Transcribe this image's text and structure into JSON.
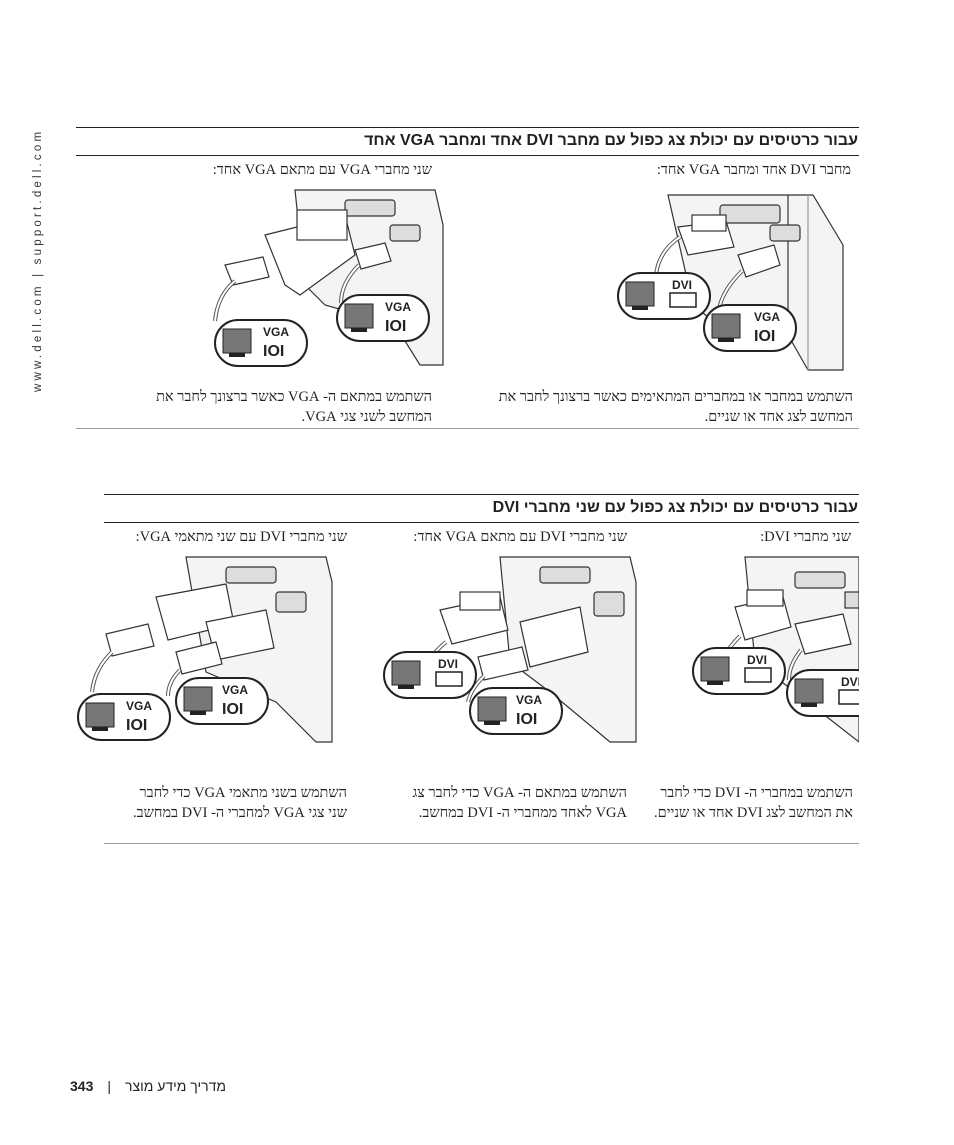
{
  "side_url": "www.dell.com | support.dell.com",
  "section1": {
    "heading": "עבור כרטיסים עם יכולת צג כפול עם מחבר DVI אחד ומחבר VGA אחד",
    "panels": [
      {
        "caption": "מחבר DVI אחד ומחבר VGA אחד:",
        "labels": [
          "DVI",
          "VGA"
        ],
        "description": "השתמש במחבר או במחברים המתאימים כאשר ברצונך לחבר את המחשב לצג אחד או שניים."
      },
      {
        "caption": "שני מחברי VGA עם מתאם VGA אחד:",
        "labels": [
          "VGA",
          "VGA"
        ],
        "description": "השתמש במתאם ה- VGA כאשר ברצונך לחבר את המחשב לשני צגי VGA."
      }
    ]
  },
  "section2": {
    "heading": "עבור כרטיסים עם יכולת צג כפול עם שני מחברי DVI",
    "panels": [
      {
        "caption": "שני מחברי DVI:",
        "labels": [
          "DVI",
          "DVI"
        ],
        "description": "השתמש במחברי ה- DVI כדי לחבר את המחשב לצג DVI אחד או שניים."
      },
      {
        "caption": "שני מחברי DVI עם מתאם VGA אחד:",
        "labels": [
          "DVI",
          "VGA"
        ],
        "description": "השתמש במתאם ה- VGA כדי לחבר צג VGA לאחד ממחברי ה- DVI במחשב."
      },
      {
        "caption": "שני מחברי DVI עם שני מתאמי VGA:",
        "labels": [
          "VGA",
          "VGA"
        ],
        "description": "השתמש בשני מתאמי VGA כדי לחבר שני צגי VGA למחברי ה- DVI במחשב."
      }
    ]
  },
  "footer": {
    "page_number": "343",
    "separator": "|",
    "title": "מדריך מידע מוצר"
  }
}
